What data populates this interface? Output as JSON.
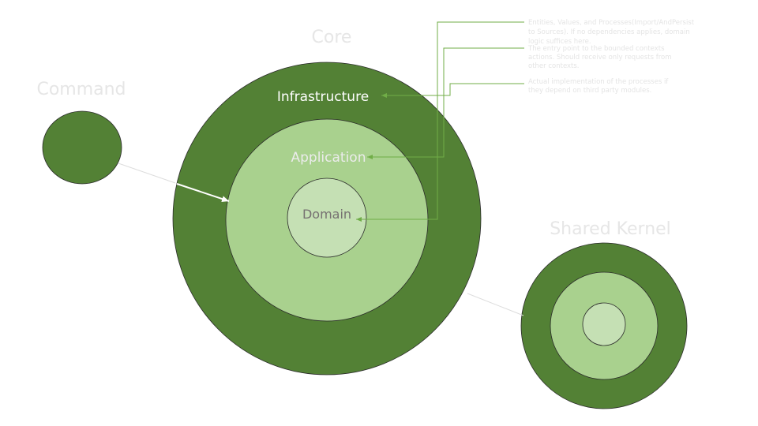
{
  "titles": {
    "core": "Core",
    "command": "Command",
    "shared_kernel": "Shared Kernel"
  },
  "rings": {
    "infrastructure": "Infrastructure",
    "application": "Application",
    "domain": "Domain"
  },
  "notes": {
    "domain_lines": [
      "Entities, Values, and Processes(Import/AndPersist",
      "to Sources). If no dependencies applies, domain",
      "logic suffices here."
    ],
    "application_lines": [
      "The entry point to the bounded contexts",
      "actions. Should receive only requests from",
      "other contexts."
    ],
    "infrastructure_lines": [
      "Actual implementation of the processes if",
      "they depend on third party modules."
    ]
  },
  "colors": {
    "dark_green": "#538135",
    "mid_green": "#a9d18e",
    "light_green": "#c5e0b4",
    "connector_green": "#70ad47",
    "title_gray": "#e6e6e6",
    "domain_text": "#767171"
  }
}
